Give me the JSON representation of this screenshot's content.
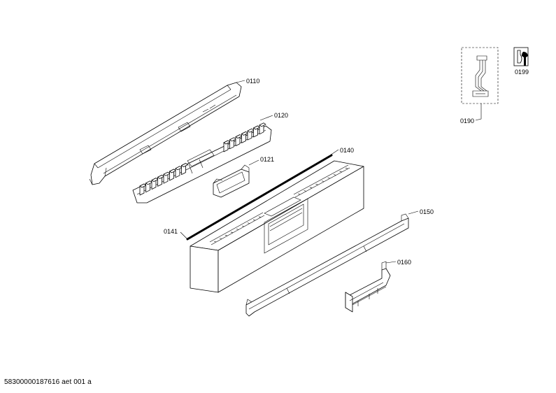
{
  "labels": {
    "p0110": "0110",
    "p0120": "0120",
    "p0121": "0121",
    "p0140": "0140",
    "p0141": "0141",
    "p0150": "0150",
    "p0160": "0160",
    "p0190": "0190",
    "p0199": "0199"
  },
  "footer": {
    "doc_id": "58300000187616 aet 001 a"
  },
  "icons": {
    "service": "wrench-service-icon"
  }
}
